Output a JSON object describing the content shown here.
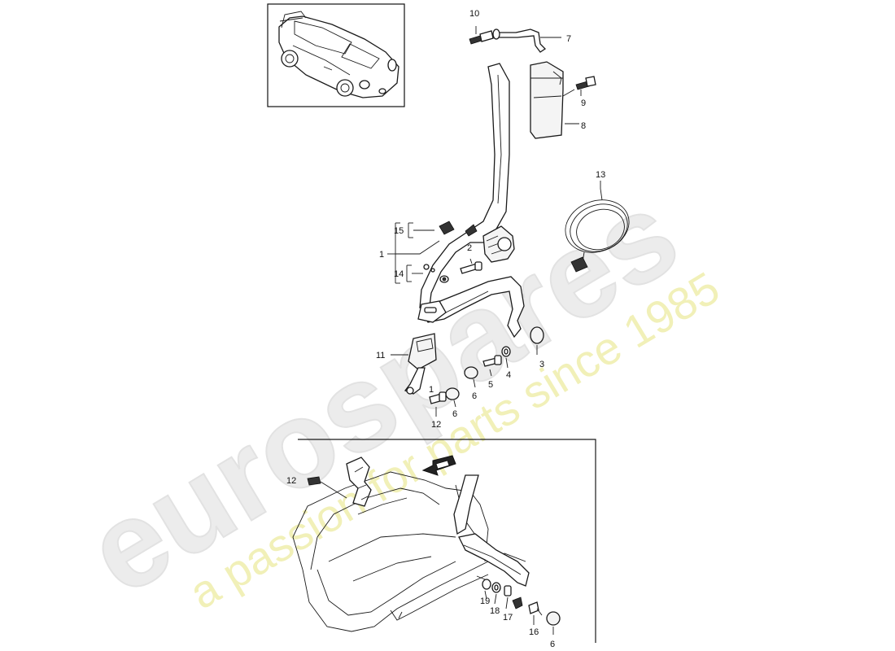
{
  "watermark": {
    "logo": "eurospares",
    "tagline": "a passion for parts since 1985"
  },
  "callouts": {
    "c1": "1",
    "c1b": "1",
    "c2": "2",
    "c3": "3",
    "c4": "4",
    "c5": "5",
    "c6a": "6",
    "c6b": "6",
    "c6c": "6",
    "c7": "7",
    "c8": "8",
    "c9": "9",
    "c10": "10",
    "c11": "11",
    "c12a": "12",
    "c12b": "12",
    "c13": "13",
    "c14": "14",
    "c15": "15",
    "c16": "16",
    "c17": "17",
    "c18": "18",
    "c19": "19"
  }
}
